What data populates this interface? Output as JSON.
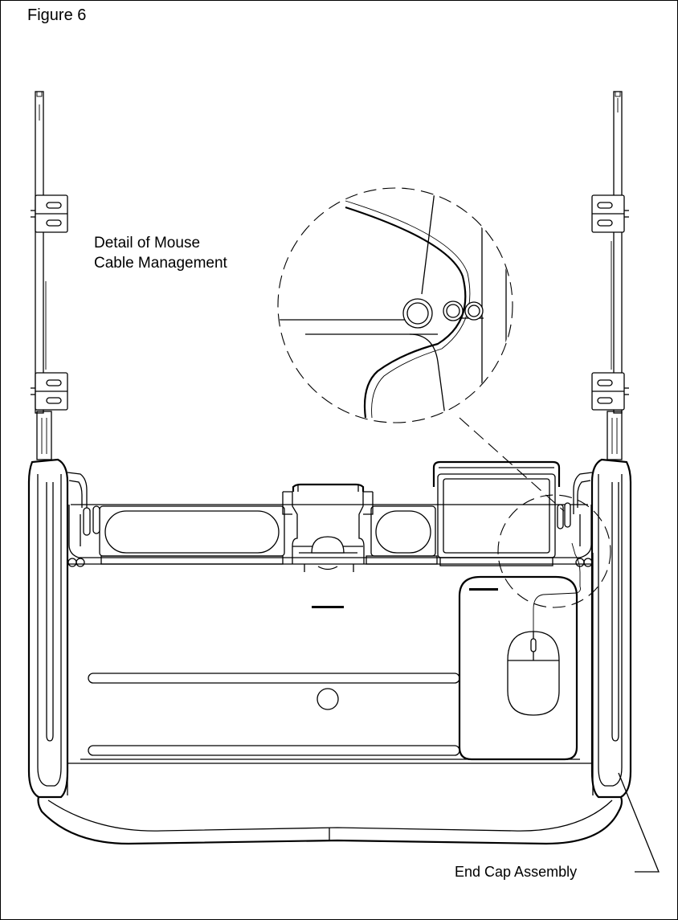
{
  "figure": {
    "title": "Figure 6",
    "detail_label_line1": "Detail of Mouse",
    "detail_label_line2": "Cable Management",
    "end_cap_label": "End Cap Assembly"
  },
  "colors": {
    "line": "#000000",
    "background": "#ffffff"
  }
}
